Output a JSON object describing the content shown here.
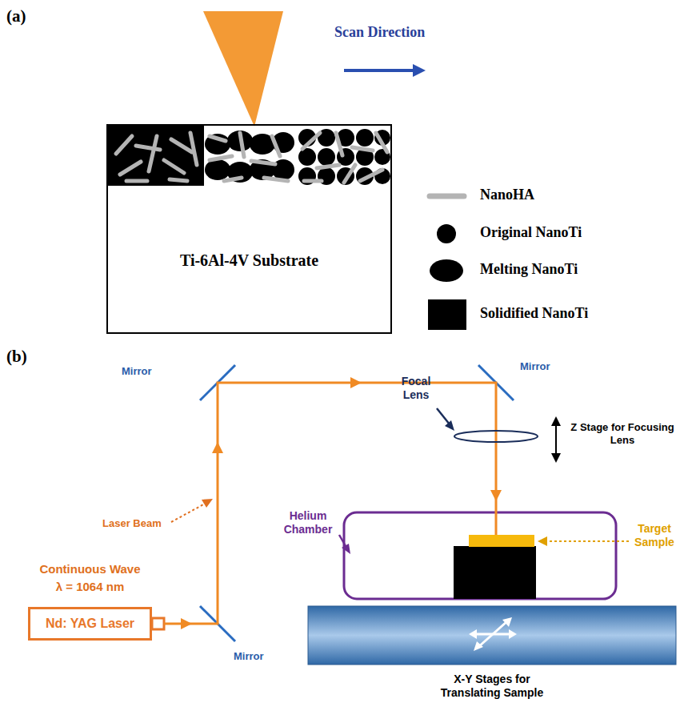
{
  "diagram": {
    "nodes": [
      {
        "text": [
          "Ti-6Al-4V Substrate"
        ]
      },
      {
        "text": [
          "Nd: YAG Laser"
        ]
      }
    ],
    "labels": [
      "(a)",
      "Scan Direction",
      "(b)",
      "Mirror",
      "Mirror",
      "Laser Beam",
      "Focal Lens",
      "Z Stage for Focusing Lens",
      "Helium Chamber",
      "Target Sample",
      "Continuous Wave",
      "λ = 1064 nm",
      "Mirror",
      "X-Y Stages for Translating Sample"
    ],
    "legend": [
      {
        "text": "NanoHA"
      },
      {
        "text": "Original NanoTi"
      },
      {
        "text": "Melting NanoTi"
      },
      {
        "text": "Solidified NanoTi"
      }
    ]
  }
}
